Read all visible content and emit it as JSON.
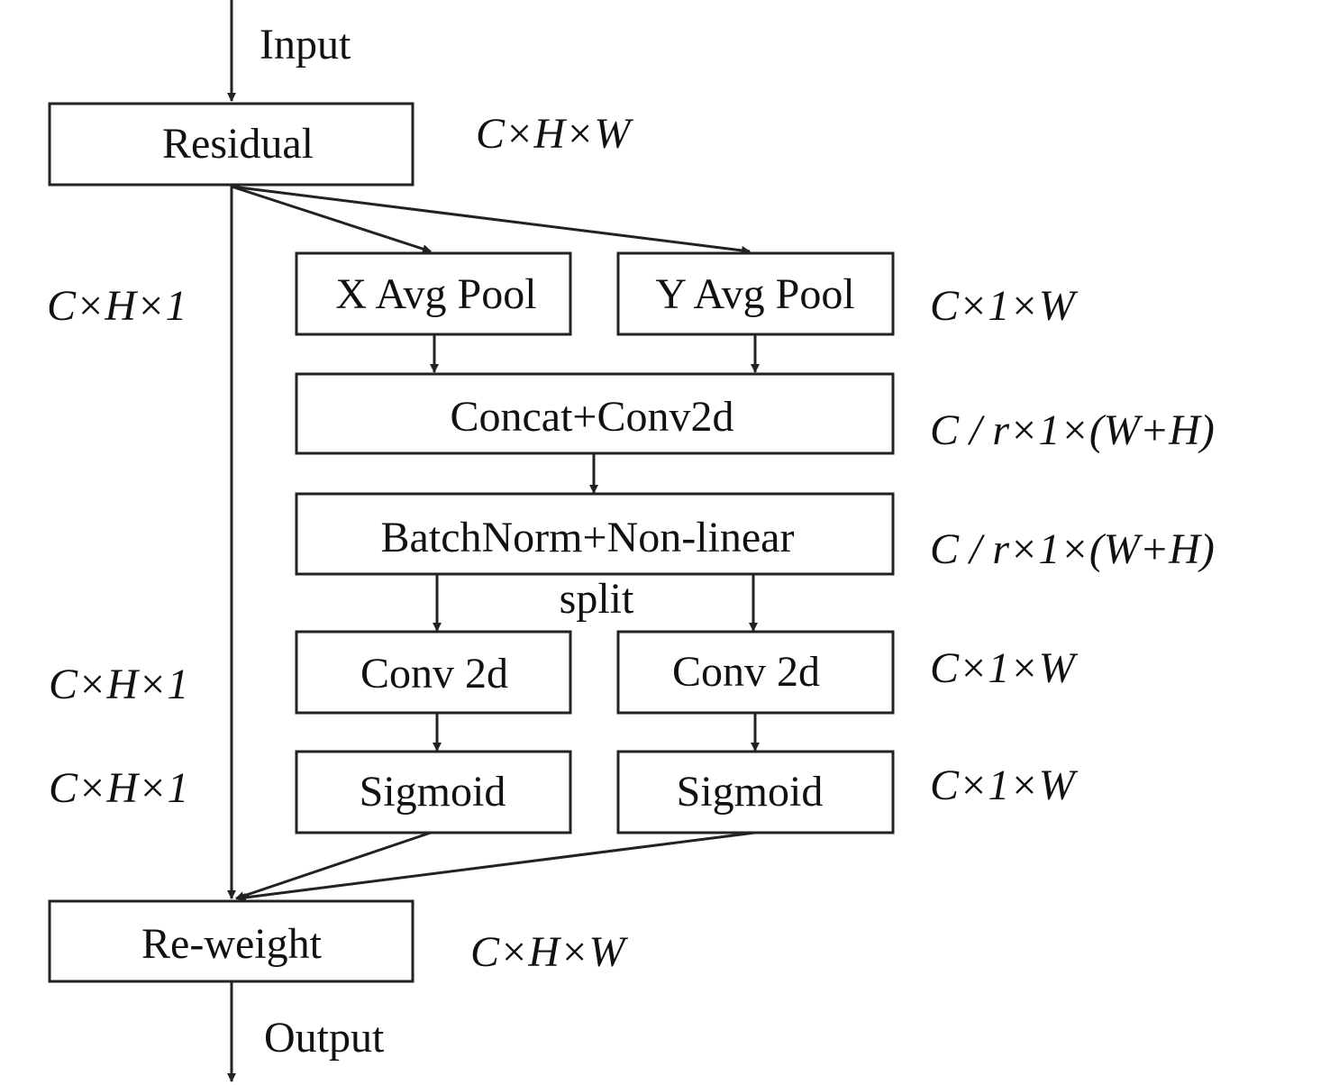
{
  "input_label": "Input",
  "output_label": "Output",
  "split_label": "split",
  "boxes": {
    "residual": "Residual",
    "x_avg_pool": "X Avg Pool",
    "y_avg_pool": "Y Avg Pool",
    "concat_conv": "Concat+Conv2d",
    "batchnorm": "BatchNorm+Non-linear",
    "conv_left": "Conv 2d",
    "conv_right": "Conv 2d",
    "sigmoid_left": "Sigmoid",
    "sigmoid_right": "Sigmoid",
    "reweight": "Re-weight"
  },
  "dims": {
    "residual": "C×H×W",
    "left_pool": "C×H×1",
    "right_pool": "C×1×W",
    "concat": "C / r×1×(W+H)",
    "batchnorm": "C / r×1×(W+H)",
    "left_conv": "C×H×1",
    "right_conv": "C×1×W",
    "left_sigmoid": "C×H×1",
    "right_sigmoid": "C×1×W",
    "reweight": "C×H×W"
  },
  "colors": {
    "stroke": "#222222",
    "background": "#ffffff"
  }
}
